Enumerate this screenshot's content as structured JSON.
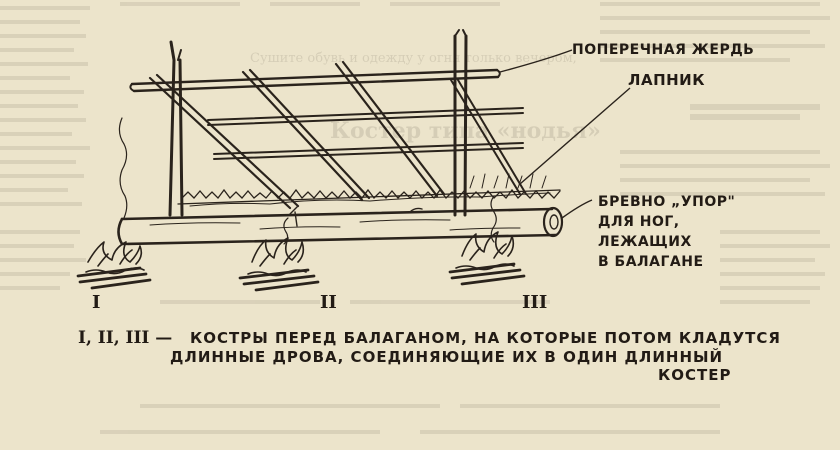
{
  "figure": {
    "labels": {
      "crossbar": "ПОПЕРЕЧНАЯ ЖЕРДЬ",
      "spruce": "ЛАПНИК",
      "log_lines": [
        "БРЕВНО „УПОР\"",
        "ДЛЯ НОГ,",
        "ЛЕЖАЩИХ",
        "В БАЛАГАНЕ"
      ]
    },
    "fires": [
      "I",
      "II",
      "III"
    ],
    "caption": {
      "prefix": "I, II, III —",
      "line1": "КОСТРЫ ПЕРЕД БАЛАГАНОМ, НА КОТОРЫЕ ПОТОМ КЛАДУТСЯ",
      "line2": "ДЛИННЫЕ ДРОВА, СОЕДИНЯЮЩИЕ ИХ В ОДИН ДЛИННЫЙ",
      "line3": "КОСТЕР"
    },
    "background_text_lines": [
      "Сушите обувь и одежду у огня только вечером,",
      "Костер типа «нодья»"
    ]
  }
}
